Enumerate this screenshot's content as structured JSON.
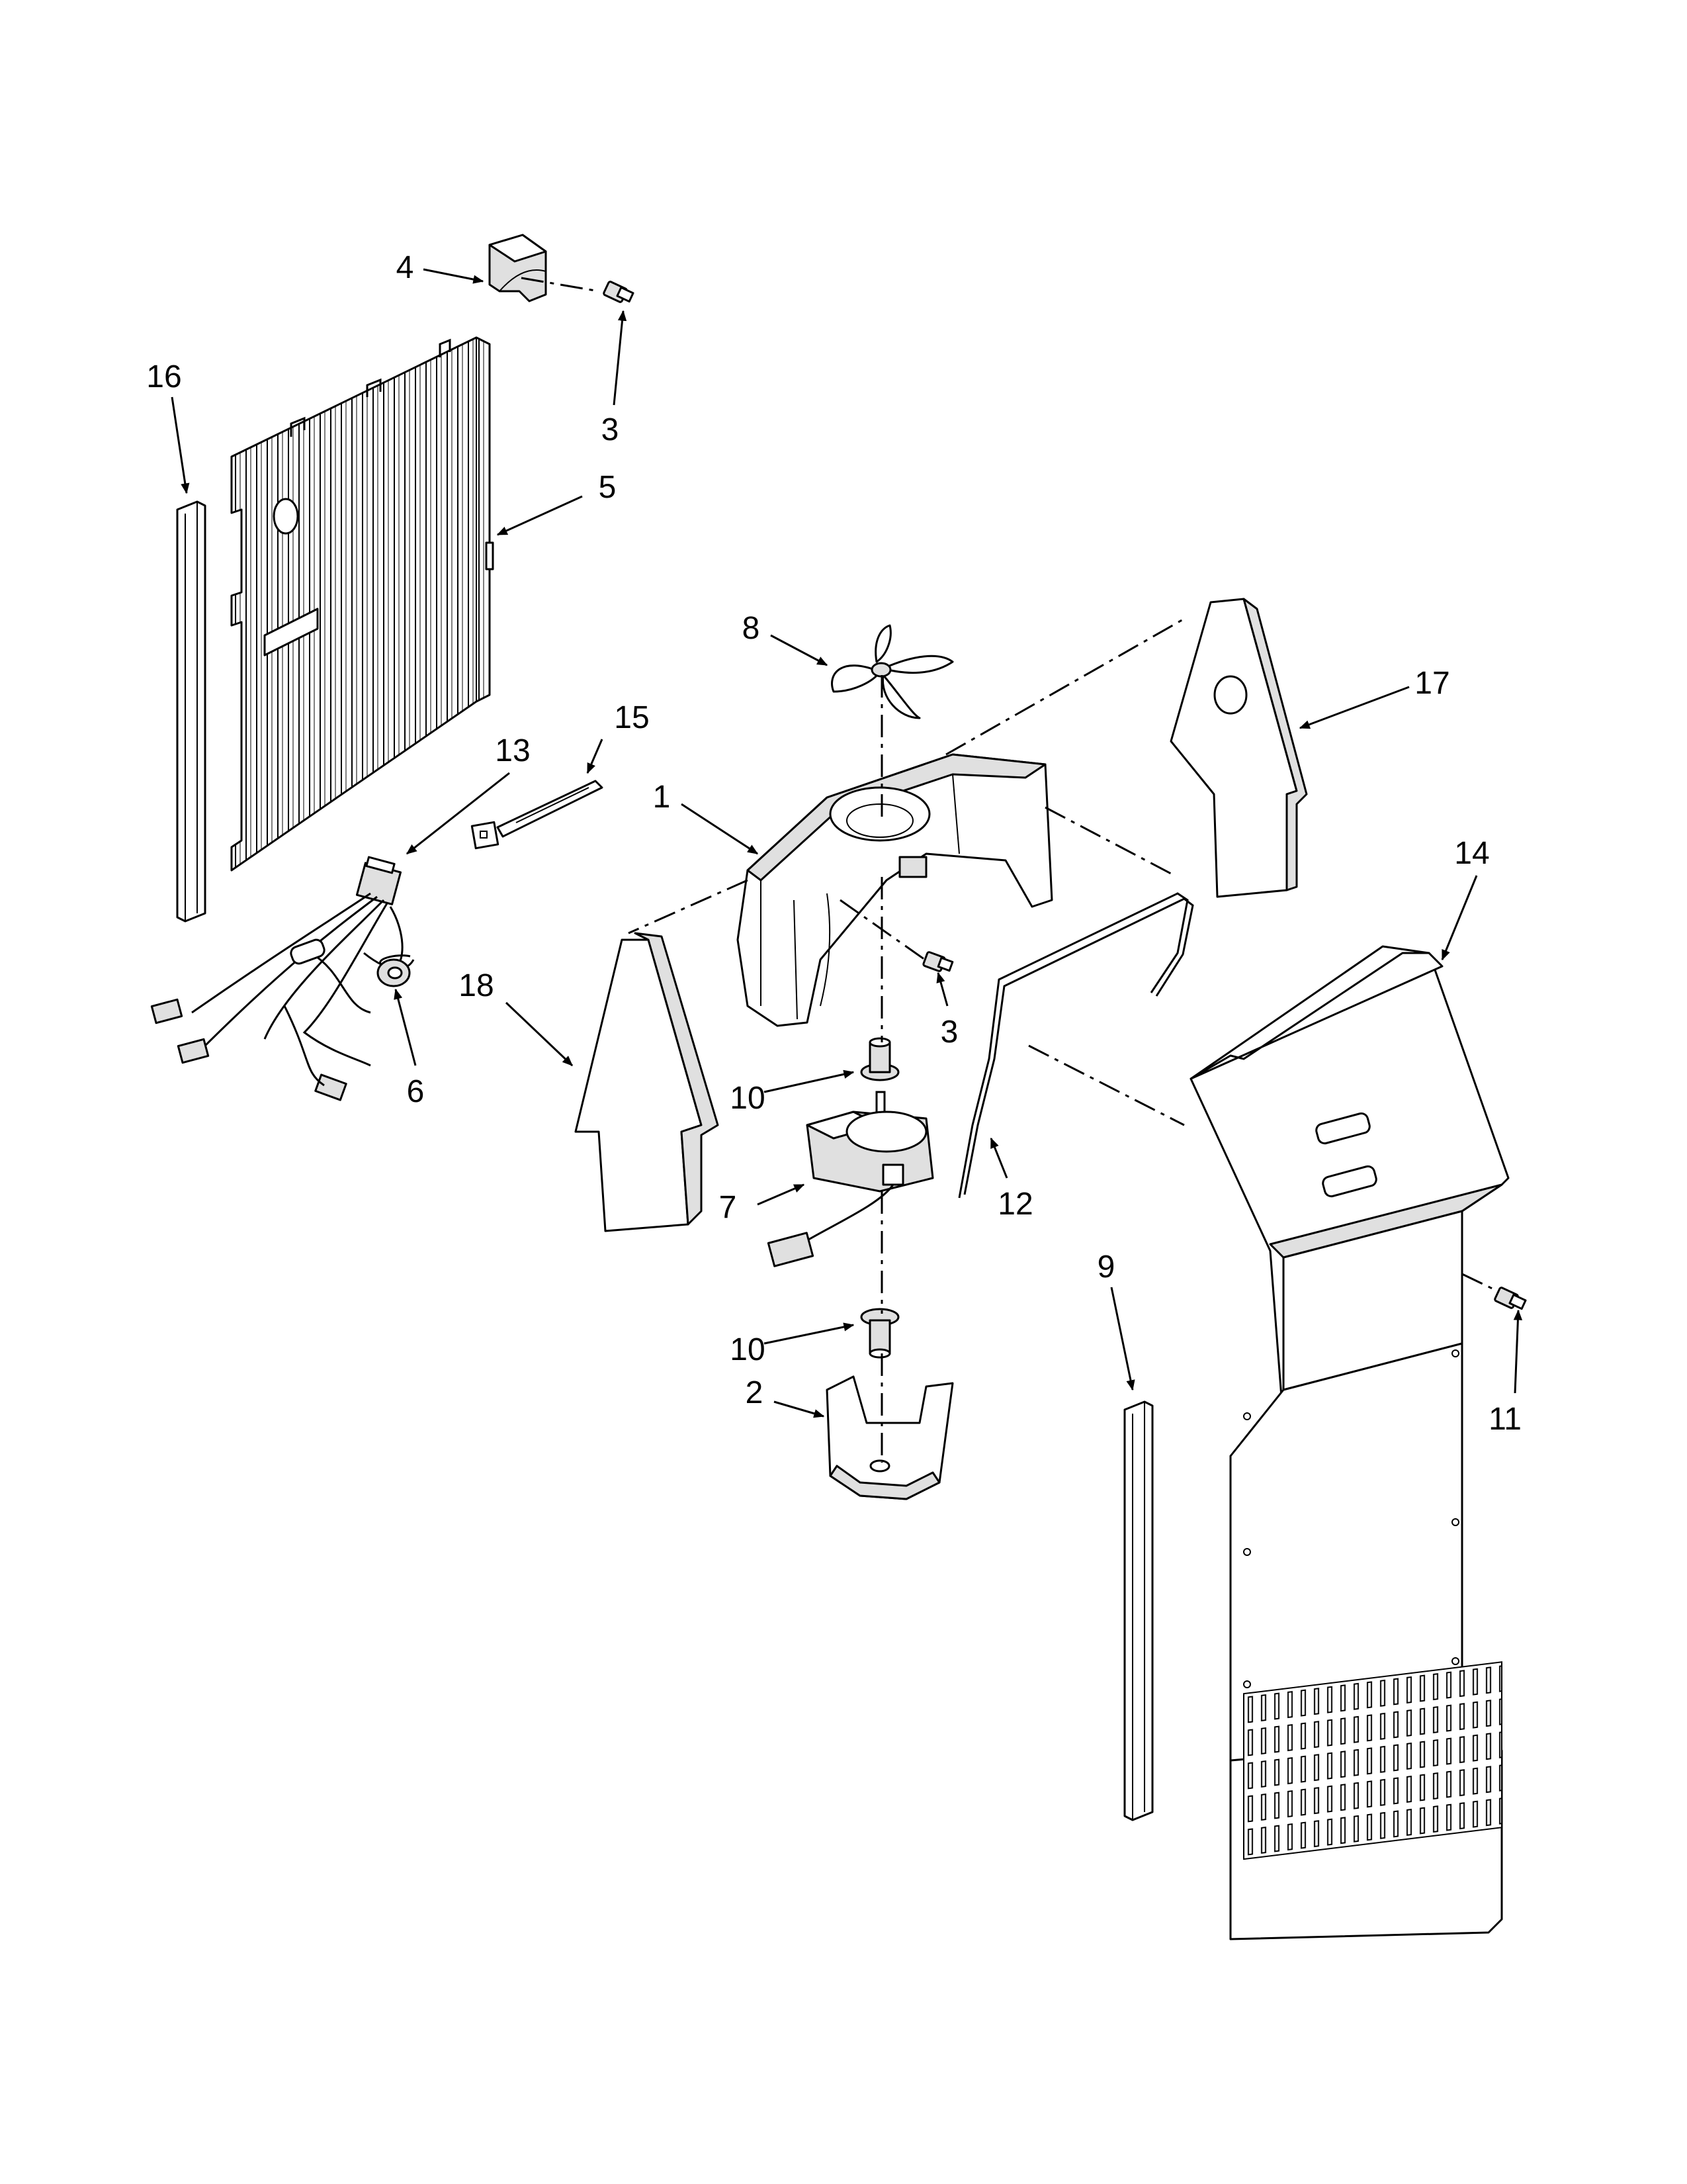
{
  "diagram": {
    "callouts": [
      {
        "id": "c1",
        "label": "1"
      },
      {
        "id": "c2",
        "label": "2"
      },
      {
        "id": "c3a",
        "label": "3"
      },
      {
        "id": "c3b",
        "label": "3"
      },
      {
        "id": "c4",
        "label": "4"
      },
      {
        "id": "c5",
        "label": "5"
      },
      {
        "id": "c6",
        "label": "6"
      },
      {
        "id": "c7",
        "label": "7"
      },
      {
        "id": "c8",
        "label": "8"
      },
      {
        "id": "c9",
        "label": "9"
      },
      {
        "id": "c10a",
        "label": "10"
      },
      {
        "id": "c10b",
        "label": "10"
      },
      {
        "id": "c11",
        "label": "11"
      },
      {
        "id": "c12",
        "label": "12"
      },
      {
        "id": "c13",
        "label": "13"
      },
      {
        "id": "c14",
        "label": "14"
      },
      {
        "id": "c15",
        "label": "15"
      },
      {
        "id": "c16",
        "label": "16"
      },
      {
        "id": "c17",
        "label": "17"
      },
      {
        "id": "c18",
        "label": "18"
      }
    ]
  }
}
